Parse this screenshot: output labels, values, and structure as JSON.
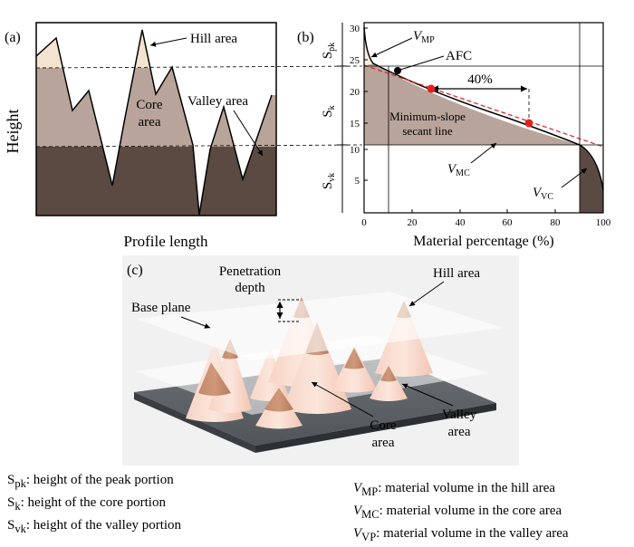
{
  "panel_a": {
    "label": "(a)",
    "ylabel": "Height",
    "xlabel": "Profile length",
    "hill_label": "Hill area",
    "core_label_1": "Core",
    "core_label_2": "area",
    "valley_label": "Valley area"
  },
  "panel_b": {
    "label": "(b)",
    "xlabel": "Material percentage (%)",
    "x_ticks": [
      "0",
      "20",
      "40",
      "60",
      "80",
      "100"
    ],
    "y_ticks": [
      "5",
      "10",
      "15",
      "20",
      "25",
      "30"
    ],
    "spk_main": "S",
    "spk_sub": "pk",
    "sk_main": "S",
    "sk_sub": "k",
    "svk_main": "S",
    "svk_sub": "vk",
    "vmp_main": "V",
    "vmp_sub": "MP",
    "afc": "AFC",
    "percent": "40%",
    "secant_1": "Minimum-slope",
    "secant_2": "secant line",
    "vmc_main": "V",
    "vmc_sub": "MC",
    "vvc_main": "V",
    "vvc_sub": "VC",
    "colors": {
      "core": "#b8a49a",
      "valley": "#5a4a42",
      "peak": "#f3e4d0",
      "secant": "#e02020"
    }
  },
  "panel_c": {
    "label": "(c)",
    "penetration_1": "Penetration",
    "penetration_2": "depth",
    "hill_label": "Hill area",
    "base_plane": "Base plane",
    "core_1": "Core",
    "core_2": "area",
    "valley_1": "Valley",
    "valley_2": "area"
  },
  "legend_left": [
    {
      "main": "S",
      "sub": "pk",
      "text": ": height of the peak portion"
    },
    {
      "main": "S",
      "sub": "k",
      "text": ":  height of the core portion"
    },
    {
      "main": "S",
      "sub": "vk",
      "text": ": height of the valley portion"
    }
  ],
  "legend_right": [
    {
      "main": "V",
      "sub": "MP",
      "text": ": material volume in the hill area"
    },
    {
      "main": "V",
      "sub": "MC",
      "text": ": material volume in the core area"
    },
    {
      "main": "V",
      "sub": "VP",
      "text": ": material volume in the valley area"
    }
  ]
}
